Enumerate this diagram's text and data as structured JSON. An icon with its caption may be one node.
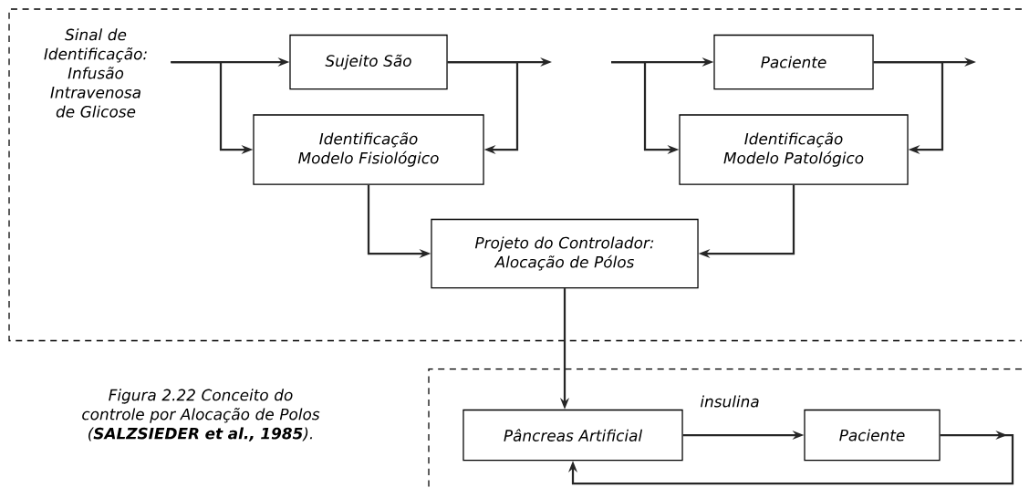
{
  "diagram": {
    "caption": "Figura 2.22 Conceito do controle por Alocação de Polos (**SALZSIEDER et al., 1985**).",
    "nodes": [
      {
        "text": [],
        "shape": "box"
      },
      {
        "text": [
          "Sinal de Identificação: Infusão Intravenosa de Glicose"
        ],
        "in": 0
      },
      {
        "text": [
          "Sujeito São"
        ],
        "in": 0
      },
      {
        "text": [
          "Identificação Modelo Fisiológico"
        ],
        "in": 0
      },
      {
        "text": [
          "Paciente"
        ],
        "in": 0
      },
      {
        "text": [
          "Identificação Modelo Patológico"
        ],
        "in": 0
      },
      {
        "text": [
          "Projeto do Controlador: Alocação de Pólos"
        ],
        "in": 0
      },
      {
        "text": [],
        "shape": "box"
      },
      {
        "text": [
          "Pâncreas Artificial"
        ],
        "in": 7
      },
      {
        "text": [
          "Paciente"
        ],
        "in": 7
      }
    ],
    "edges": [
      {
        "from": 1,
        "to": 2,
        "arrow": "to"
      },
      {
        "from": 1,
        "to": 3,
        "arrow": "to"
      },
      {
        "from": 2,
        "to": null,
        "arrow": "to"
      },
      {
        "from": 2,
        "to": 3,
        "arrow": "to"
      },
      {
        "from": null,
        "to": 4,
        "arrow": "to"
      },
      {
        "from": null,
        "to": 5,
        "arrow": "to"
      },
      {
        "from": 4,
        "to": null,
        "arrow": "to"
      },
      {
        "from": 4,
        "to": 5,
        "arrow": "to"
      },
      {
        "from": 3,
        "to": 6,
        "arrow": "to"
      },
      {
        "from": 5,
        "to": 6,
        "arrow": "to"
      },
      {
        "from": 6,
        "to": 8,
        "arrow": "to"
      },
      {
        "from": 8,
        "to": 9,
        "arrow": "to",
        "label": "insulina"
      },
      {
        "from": 9,
        "to": 8,
        "arrow": "to"
      }
    ]
  }
}
